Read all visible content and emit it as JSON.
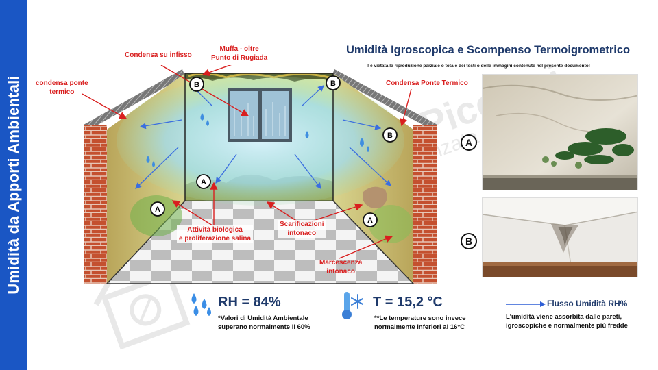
{
  "side_title": "Umidità da Apporti Ambientali",
  "header": {
    "title": "Umidità Igroscopica e Scompenso Termoigrometrico",
    "copyright": "! è vietata la riproduzione parziale o totale dei testi o delle immagini contenute nel presente documento!"
  },
  "diagram": {
    "labels": {
      "condensa_infisso": "Condensa su infisso",
      "muffa_line1": "Muffa - oltre",
      "muffa_line2": "Punto di Rugiada",
      "ponte_left_line1": "condensa ponte",
      "ponte_left_line2": "termico",
      "ponte_right": "Condensa Ponte Termico",
      "attivita_line1": "Attività biologica",
      "attivita_line2": "e proliferazione salina",
      "scarificazioni_line1": "Scarificazioni",
      "scarificazioni_line2": "intonaco",
      "marcescenza_line1": "Marcescenza",
      "marcescenza_line2": "intonaco"
    },
    "markers": {
      "a": "A",
      "b": "B"
    }
  },
  "photos": {
    "a_label": "A",
    "b_label": "B"
  },
  "stats": {
    "rh": {
      "value": "RH = 84%",
      "note_line1": "*Valori di Umidità Ambientale",
      "note_line2": "superano normalmente il 60%"
    },
    "t": {
      "value": "T = 15,2 °C",
      "note_line1": "**Le temperature sono invece",
      "note_line2": "normalmente inferiori ai 16°C"
    },
    "flow": {
      "label": "Flusso Umidità RH%",
      "note_line1": "L'umidità viene assorbita dalle pareti,",
      "note_line2": "igroscopiche e  normalmente più fredde"
    }
  },
  "watermark": {
    "name": "Gualtiero Piccinni",
    "subtitle": "Consulenza Tecnica Avanzata"
  },
  "colors": {
    "sidebar": "#1a56c4",
    "title": "#1f3a6b",
    "label_red": "#d91f1f",
    "flow_arrow": "#2f5fd6"
  },
  "icons": [
    "water-drops-icon",
    "thermometer-snowflake-icon",
    "flow-arrow-icon"
  ]
}
